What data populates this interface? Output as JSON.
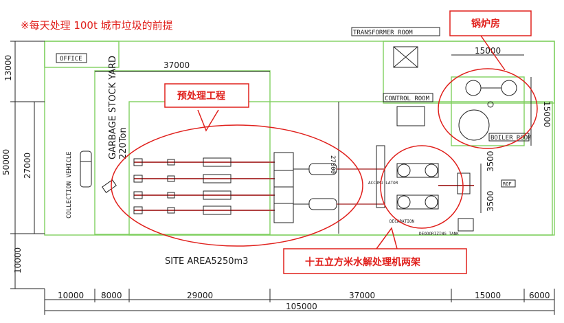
{
  "title": "※每天处理 100t 城市垃圾的前提",
  "annotations": {
    "boiler_house": "锅炉房",
    "pretreatment": "预处理工程",
    "hydrolysis": "十五立方米水解处理机两架"
  },
  "labels": {
    "transformer_room": "TRANSFORMER ROOM",
    "office": "OFFICE",
    "control_room": "CONTROL ROOM",
    "boiler_room": "BOILER ROOM",
    "garbage_yard_line1": "GARBAGE STOCK YARD",
    "garbage_yard_line2": "220Ton",
    "collection_vehicle": "COLLECTION VEHICLE",
    "site_area": "SITE AREA5250m3",
    "accumulator": "ACCUMU LATOR",
    "decaration": "DECARATION",
    "deodorizing_tank": "DEODORIZING TANK",
    "rof": "ROF"
  },
  "dimensions": {
    "top_37000": "37000",
    "top_15000": "15000",
    "boiler_15000": "15000",
    "left_13000": "13000",
    "left_50000": "50000",
    "left_27000": "27000",
    "left_10000": "10000",
    "inner_27000": "27000",
    "right_3500_a": "3500",
    "right_3500_b": "3500",
    "bottom_10000": "10000",
    "bottom_8000": "8000",
    "bottom_29000": "29000",
    "bottom_37000": "37000",
    "bottom_15000": "15000",
    "bottom_6000": "6000",
    "bottom_105000": "105000"
  },
  "colors": {
    "annotation": "#e0201c",
    "boundary": "#7fcf5f",
    "equipment": "#1a1a1a"
  }
}
